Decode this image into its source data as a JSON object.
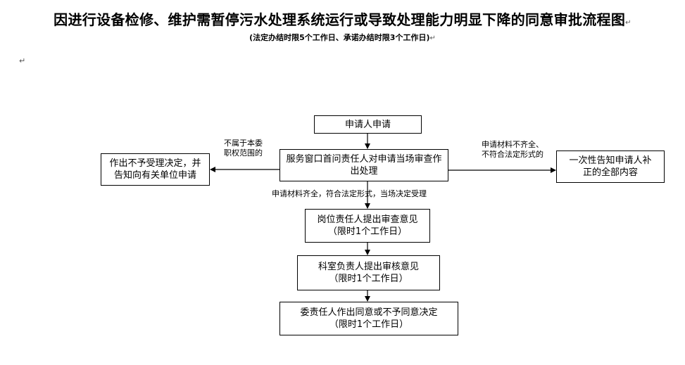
{
  "title": "因进行设备检修、维护需暂停污水处理系统运行或导致处理能力明显下降的同意审批流程图",
  "subtitle": "(法定办结时限5个工作日、承诺办结时限3个工作日)",
  "paragraph_mark": "↵",
  "nodes": {
    "apply": {
      "label": "申请人申请"
    },
    "window": {
      "line1": "服务窗口首问责任人对申请当场审查作",
      "line2": "出处理"
    },
    "reject": {
      "line1": "作出不予受理决定，并",
      "line2": "告知向有关单位申请"
    },
    "notify": {
      "line1": "一次性告知申请人补",
      "line2": "正的全部内容"
    },
    "post": {
      "line1": "岗位责任人提出审查意见",
      "line2": "（限时1个工作日）"
    },
    "section": {
      "line1": "科室负责人提出审核意见",
      "line2": "（限时1个工作日）"
    },
    "committee": {
      "line1": "委责任人作出同意或不予同意决定",
      "line2": "（限时1个工作日）"
    }
  },
  "edges": {
    "not_scope": {
      "line1": "不属于本委",
      "line2": "职权范围的"
    },
    "incomplete": {
      "line1": "申请材料不齐全、",
      "line2": "不符合法定形式的"
    },
    "accepted": {
      "label": "申请材料齐全，符合法定形式，当场决定受理"
    }
  }
}
